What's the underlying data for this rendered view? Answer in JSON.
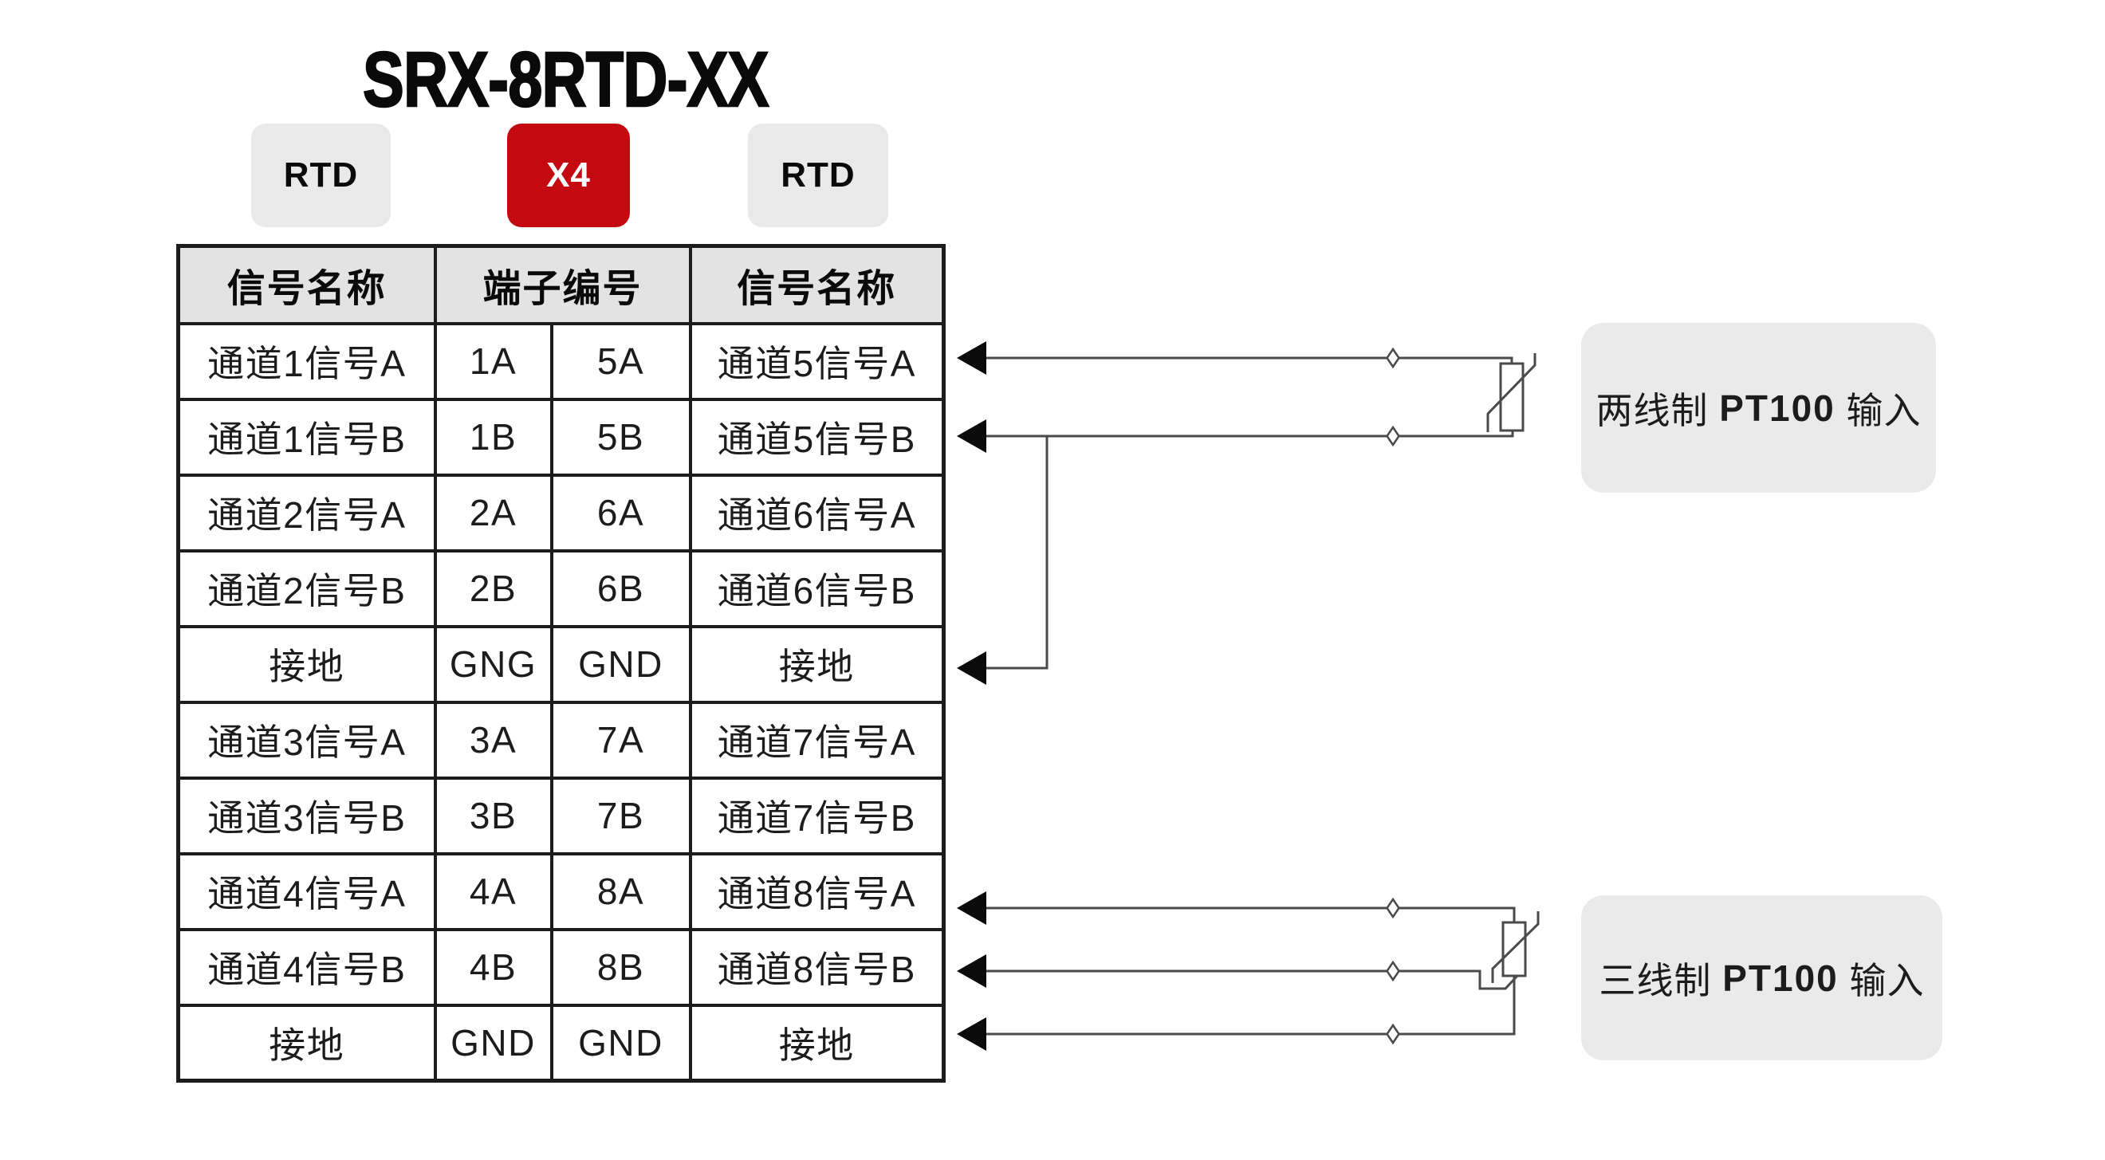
{
  "title": "SRX-8RTD-XX",
  "badges": [
    {
      "label": "RTD",
      "style": "gray"
    },
    {
      "label": "X4",
      "style": "red"
    },
    {
      "label": "RTD",
      "style": "gray"
    }
  ],
  "table": {
    "headers": [
      "信号名称",
      "端子编号",
      "信号名称"
    ],
    "rows": [
      {
        "left": "通道1信号A",
        "t1": "1A",
        "t2": "5A",
        "right": "通道5信号A",
        "arrow": true
      },
      {
        "left": "通道1信号B",
        "t1": "1B",
        "t2": "5B",
        "right": "通道5信号B",
        "arrow": true
      },
      {
        "left": "通道2信号A",
        "t1": "2A",
        "t2": "6A",
        "right": "通道6信号A",
        "arrow": false
      },
      {
        "left": "通道2信号B",
        "t1": "2B",
        "t2": "6B",
        "right": "通道6信号B",
        "arrow": false
      },
      {
        "left": "接地",
        "t1": "GNG",
        "t2": "GND",
        "right": "接地",
        "arrow": true
      },
      {
        "left": "通道3信号A",
        "t1": "3A",
        "t2": "7A",
        "right": "通道7信号A",
        "arrow": false
      },
      {
        "left": "通道3信号B",
        "t1": "3B",
        "t2": "7B",
        "right": "通道7信号B",
        "arrow": false
      },
      {
        "left": "通道4信号A",
        "t1": "4A",
        "t2": "8A",
        "right": "通道8信号A",
        "arrow": true
      },
      {
        "left": "通道4信号B",
        "t1": "4B",
        "t2": "8B",
        "right": "通道8信号B",
        "arrow": true
      },
      {
        "left": "接地",
        "t1": "GND",
        "t2": "GND",
        "right": "接地",
        "arrow": true
      }
    ]
  },
  "annotations": [
    {
      "prefix": "两线制 ",
      "bold": "PT100",
      "suffix": " 输入"
    },
    {
      "prefix": "三线制 ",
      "bold": "PT100",
      "suffix": " 输入"
    }
  ],
  "icons": {
    "arrow": "left-arrow-icon",
    "diamond": "terminal-node-icon",
    "resistor": "rtd-sensor-icon"
  },
  "colors": {
    "accent_red": "#C40A10",
    "badge_gray": "#E9E9E9",
    "header_gray": "#E3E3E3",
    "box_gray": "#EAEAEA",
    "table_border": "#1C1C1C",
    "wire": "#4A4A4A",
    "arrow_black": "#0B0B0B"
  }
}
